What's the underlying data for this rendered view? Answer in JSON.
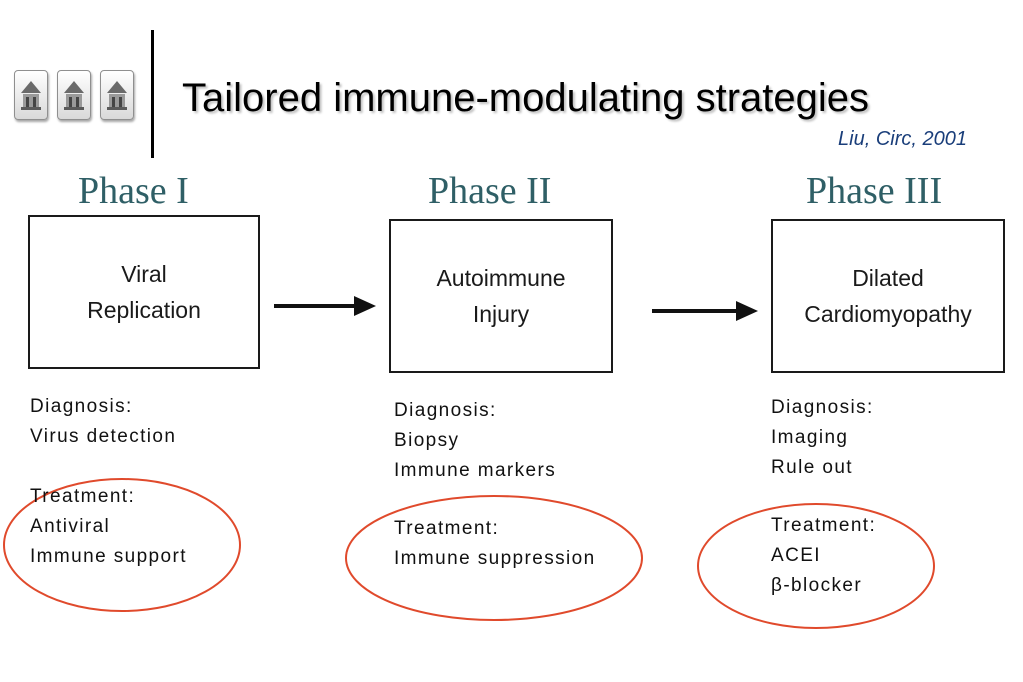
{
  "title": "Tailored immune-modulating strategies",
  "citation": "Liu, Circ, 2001",
  "colors": {
    "phase_label": "#2f5f66",
    "citation": "#1a3e7a",
    "ellipse": "#e04a2c"
  },
  "logos": [
    "building-logo",
    "building-logo",
    "building-logo"
  ],
  "phases": [
    {
      "label": "Phase I",
      "box": "Viral\nReplication",
      "diagnosis": [
        "Diagnosis:",
        "Virus detection"
      ],
      "treatment": [
        "Treatment:",
        "Antiviral",
        "Immune support"
      ]
    },
    {
      "label": "Phase II",
      "box": "Autoimmune\nInjury",
      "diagnosis": [
        "Diagnosis:",
        "Biopsy",
        "Immune markers"
      ],
      "treatment": [
        "Treatment:",
        "Immune suppression"
      ]
    },
    {
      "label": "Phase III",
      "box": "Dilated\nCardiomyopathy",
      "diagnosis": [
        "Diagnosis:",
        "Imaging",
        "Rule out"
      ],
      "treatment": [
        "Treatment:",
        "ACEI",
        "β-blocker"
      ]
    }
  ]
}
